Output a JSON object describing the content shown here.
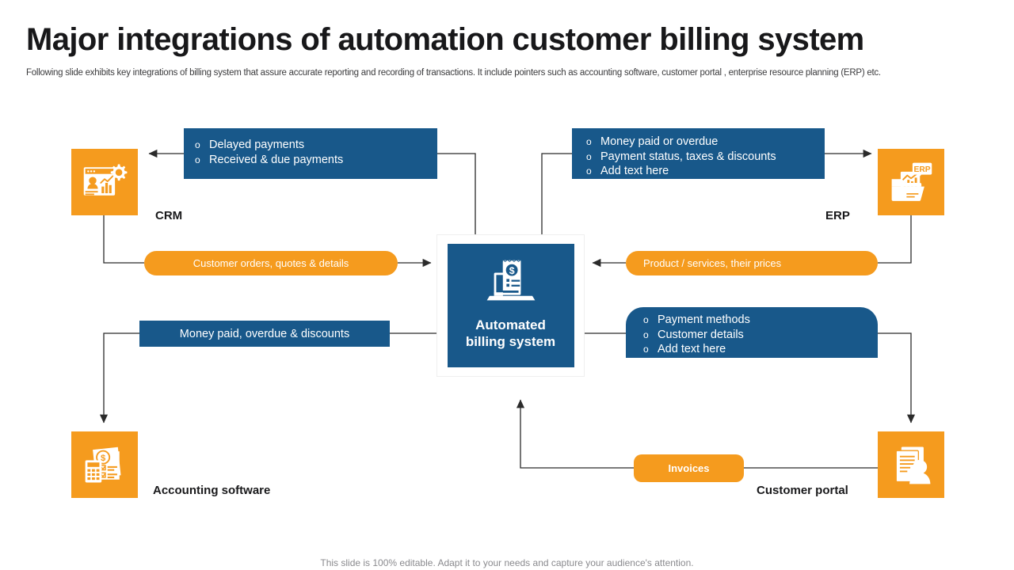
{
  "header": {
    "title": "Major integrations of automation customer billing system",
    "subtitle": "Following slide exhibits key integrations of billing system that assure accurate reporting and recording of transactions. It include pointers such as accounting software, customer portal , enterprise resource planning (ERP) etc."
  },
  "footer": {
    "note": "This slide is 100% editable. Adapt it to your needs and capture your audience's attention."
  },
  "colors": {
    "blue": "#18588A",
    "orange": "#F59B1E",
    "text_dark": "#19191b",
    "connector": "#2b2b2b"
  },
  "center": {
    "label_line1": "Automated",
    "label_line2": "billing system",
    "icon": "laptop-invoice-dollar-icon"
  },
  "nodes": [
    {
      "id": "crm",
      "label": "CRM",
      "icon": "crm-dashboard-gear-icon"
    },
    {
      "id": "erp",
      "label": "ERP",
      "icon": "erp-folder-chart-icon"
    },
    {
      "id": "accounting",
      "label": "Accounting software",
      "icon": "calculator-invoice-dollar-icon"
    },
    {
      "id": "portal",
      "label": "Customer portal",
      "icon": "document-person-icon"
    }
  ],
  "boxes": {
    "crm_to_center": {
      "type": "bullet-list",
      "items": [
        "Delayed payments",
        "Received & due payments"
      ]
    },
    "erp_to_center": {
      "type": "bullet-list",
      "items": [
        "Money paid or overdue",
        "Payment status, taxes & discounts",
        "Add text here"
      ]
    },
    "portal_to_center": {
      "type": "bullet-list",
      "items": [
        "Payment methods",
        "Customer details",
        "Add text here"
      ]
    },
    "accounting_flat": {
      "type": "flat",
      "text": "Money paid, overdue & discounts"
    }
  },
  "pills": {
    "customer_orders": "Customer orders, quotes & details",
    "product_services": "Product / services, their prices",
    "invoices": "Invoices"
  }
}
